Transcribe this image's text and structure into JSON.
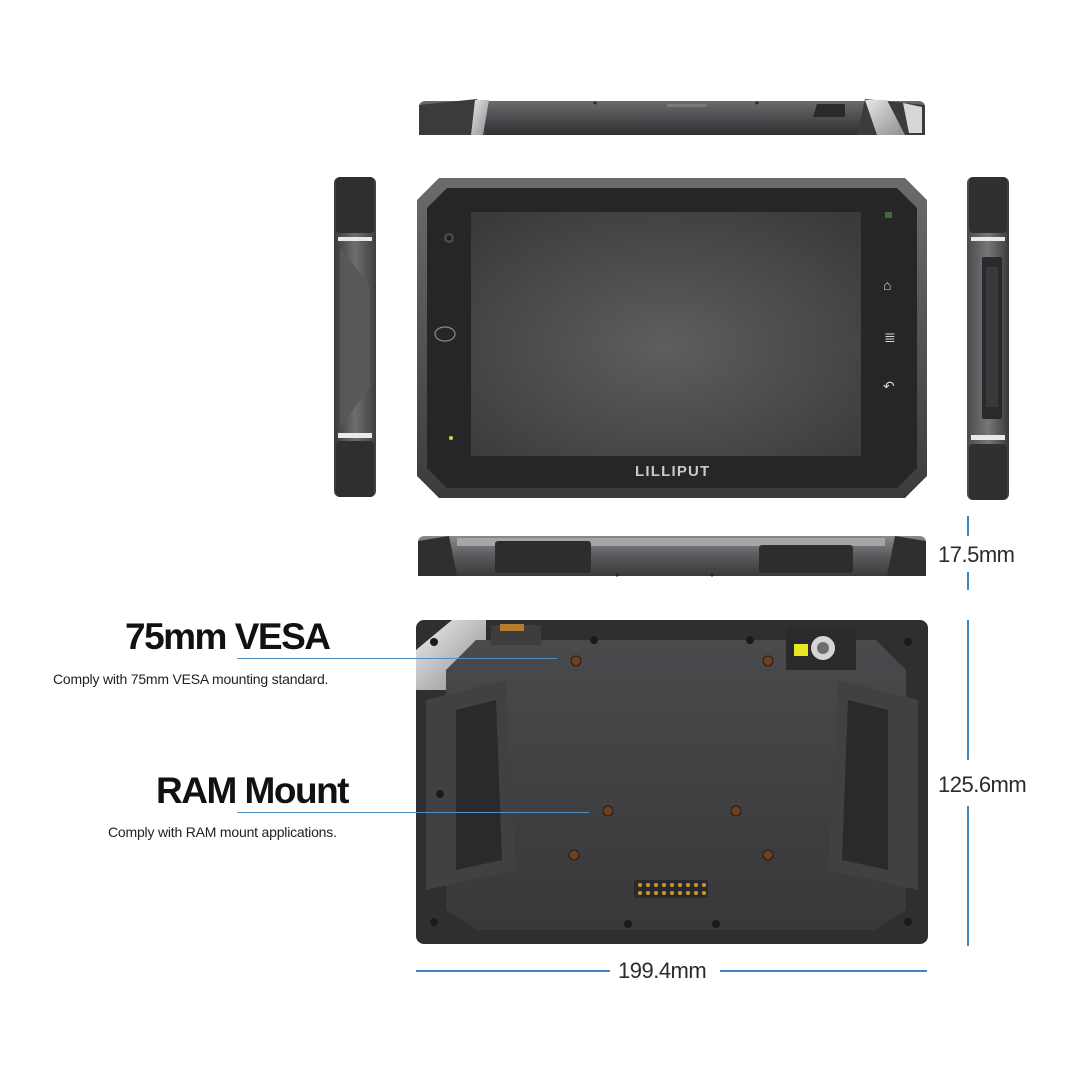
{
  "device": {
    "brand": "LILLIPUT"
  },
  "features": {
    "vesa": {
      "title": "75mm VESA",
      "description": "Comply with 75mm VESA mounting standard."
    },
    "ram": {
      "title": "RAM Mount",
      "description": "Comply with RAM mount applications."
    }
  },
  "dimensions": {
    "thickness": "17.5mm",
    "height": "125.6mm",
    "width": "199.4mm"
  },
  "colors": {
    "accent": "#3f86c3",
    "body_dark": "#3a3a3c",
    "body_mid": "#59595c",
    "metal": "#a8a8ab",
    "screen": "#4a4a4c"
  }
}
